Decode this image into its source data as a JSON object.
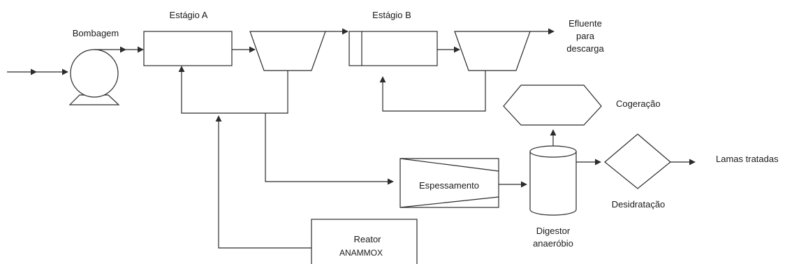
{
  "labels": {
    "bombagem": "Bombagem",
    "estagio_a": "Estágio A",
    "estagio_b": "Estágio B",
    "efluente_1": "Efluente",
    "efluente_2": "para",
    "efluente_3": "descarga",
    "cogeracao": "Cogeração",
    "espessamento": "Espessamento",
    "lamas_tratadas": "Lamas tratadas",
    "desidratacao": "Desidratação",
    "digestor_1": "Digestor",
    "digestor_2": "anaeróbio",
    "reator_1": "Reator",
    "reator_2": "ANAMMOX"
  },
  "colors": {
    "stroke": "#2b2b2b",
    "text": "#1a1a1a",
    "background": "#ffffff"
  }
}
